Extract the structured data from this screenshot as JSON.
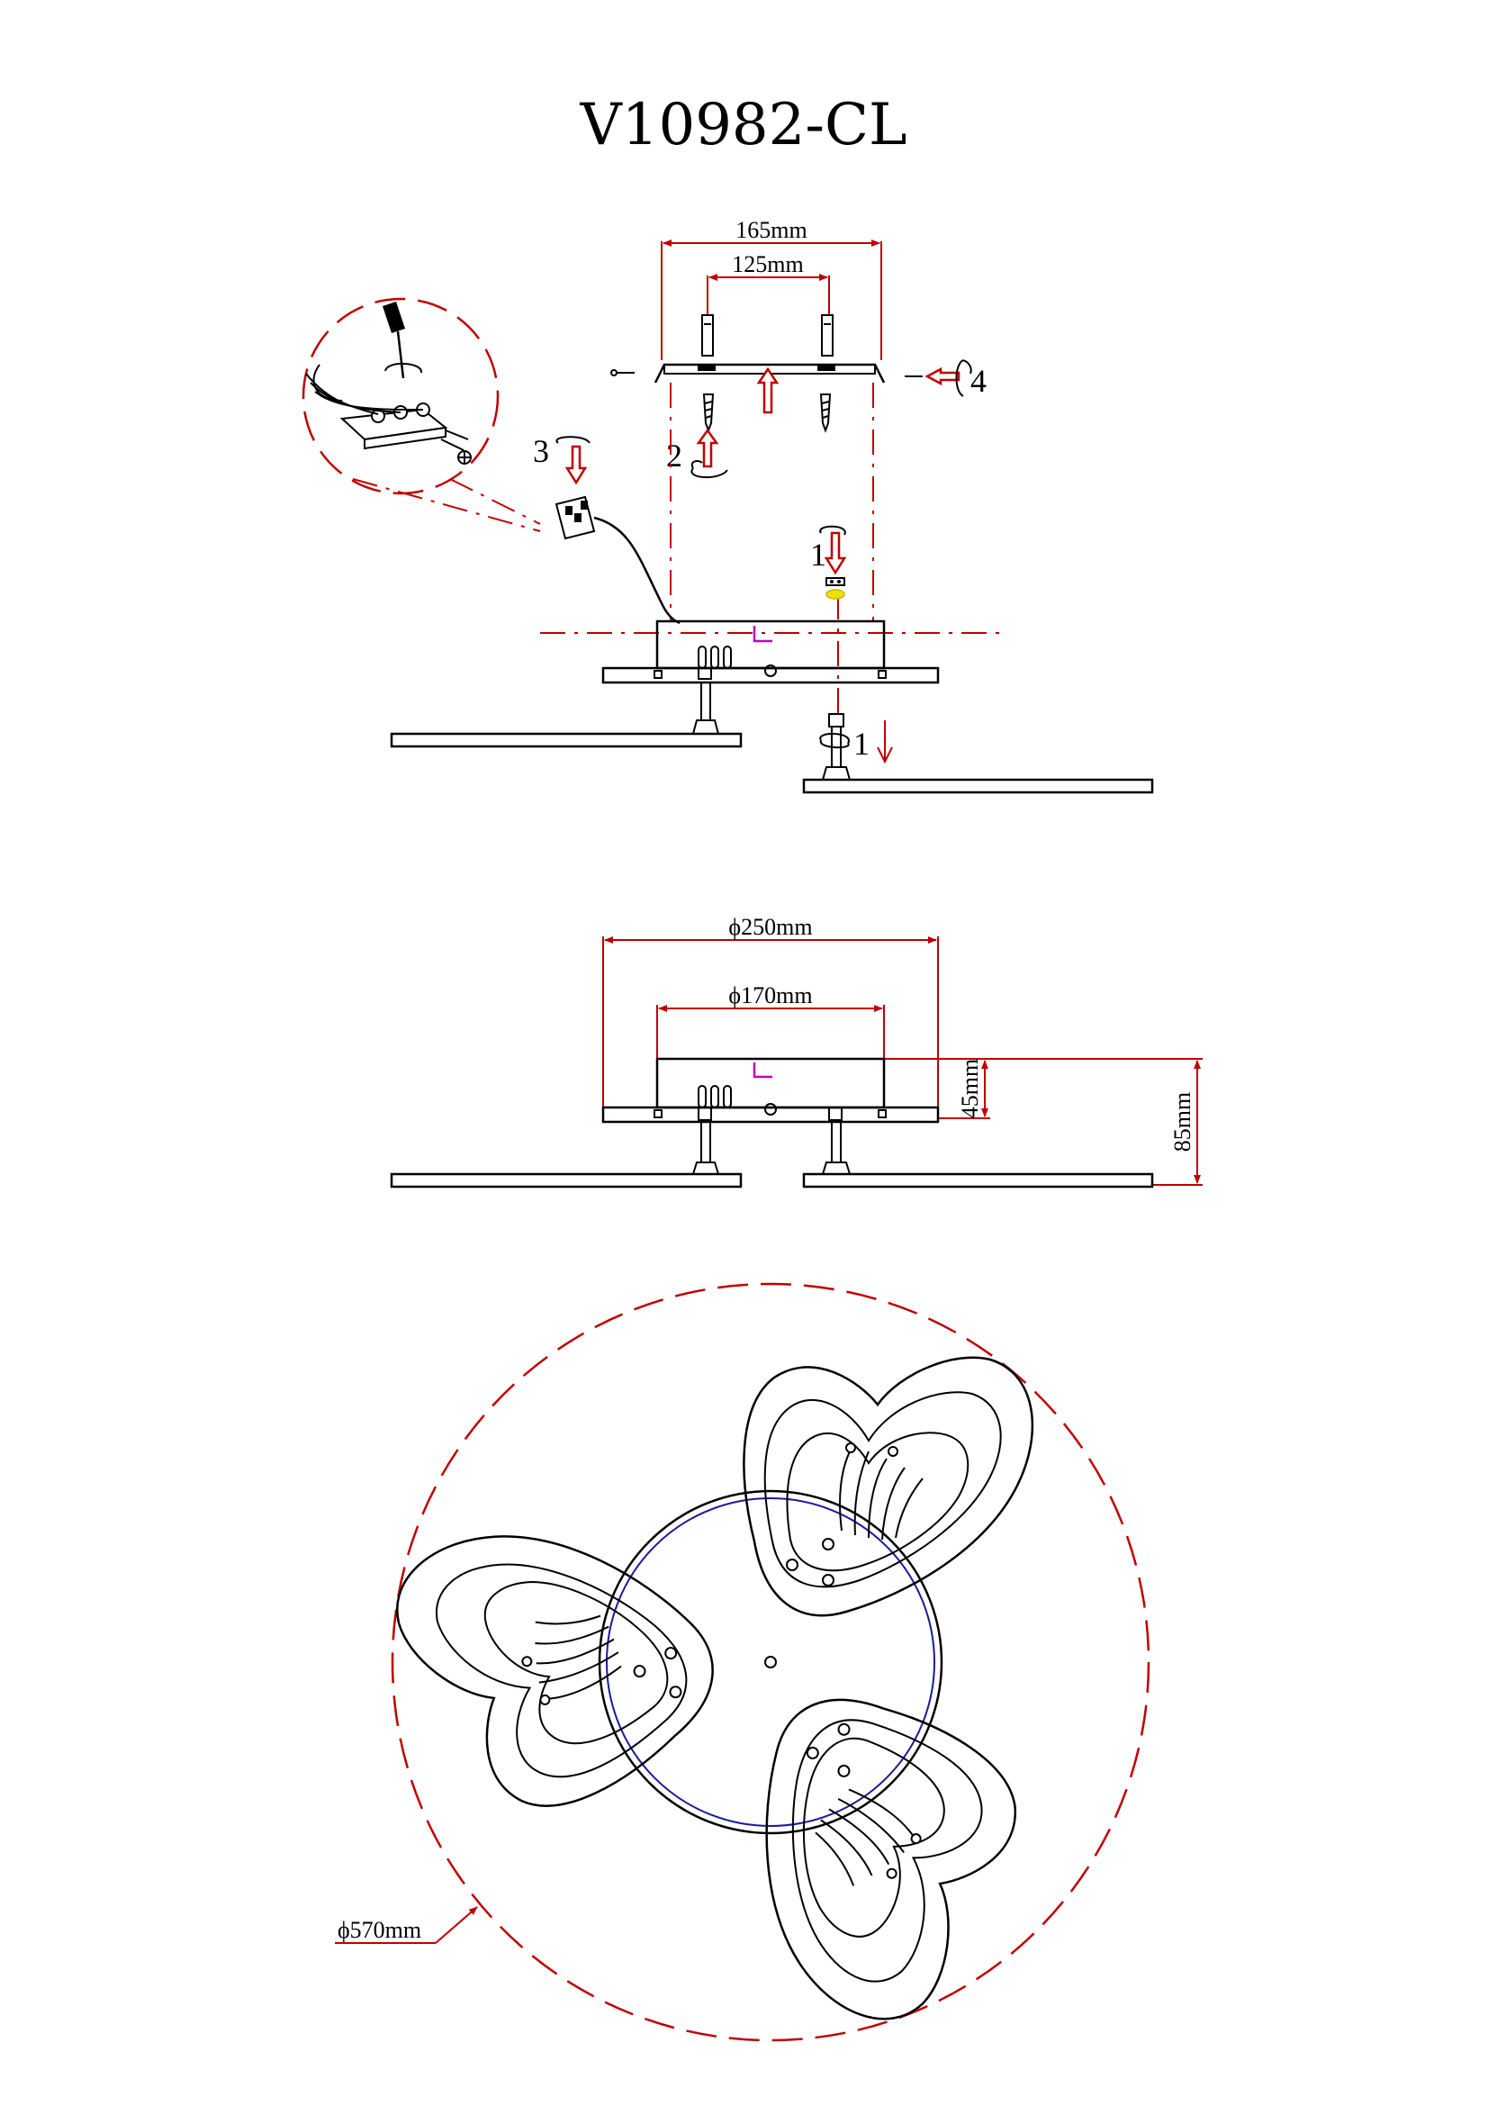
{
  "title": "V10982-CL",
  "colors": {
    "line": "#000000",
    "dimension": "#c00000",
    "marker": "#c000c0",
    "ring": "#1a1a9a",
    "washer": "#f0e000"
  },
  "mounting": {
    "dim_outer": "165mm",
    "dim_inner": "125mm",
    "steps": [
      "1",
      "2",
      "3",
      "4",
      "1"
    ]
  },
  "side_view": {
    "dim_canopy": "ϕ250mm",
    "dim_base": "ϕ170mm",
    "dim_base_height": "45mm",
    "dim_total_height": "85mm"
  },
  "top_view": {
    "dim_diameter": "ϕ570mm"
  },
  "icons": [
    "screwdriver-icon",
    "terminal-block-icon",
    "rotation-arrow-icon",
    "insert-arrow-icon",
    "screw-icon",
    "earth-symbol-icon"
  ]
}
